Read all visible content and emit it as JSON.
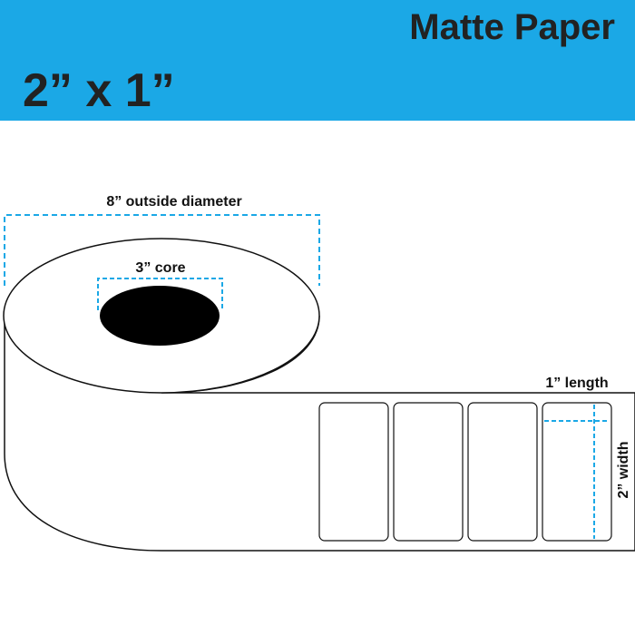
{
  "header": {
    "title": "Matte Paper",
    "size": "2” x 1”"
  },
  "diagram": {
    "outside_diameter_label": "8” outside diameter",
    "core_label": "3” core",
    "length_label": "1” length",
    "width_label": "2” width",
    "label_count": 4
  },
  "colors": {
    "banner": "#1ba8e6",
    "dimension_line": "#1ba8e6",
    "title_text": "#222222",
    "outline": "#111111",
    "core_fill": "#000000"
  }
}
